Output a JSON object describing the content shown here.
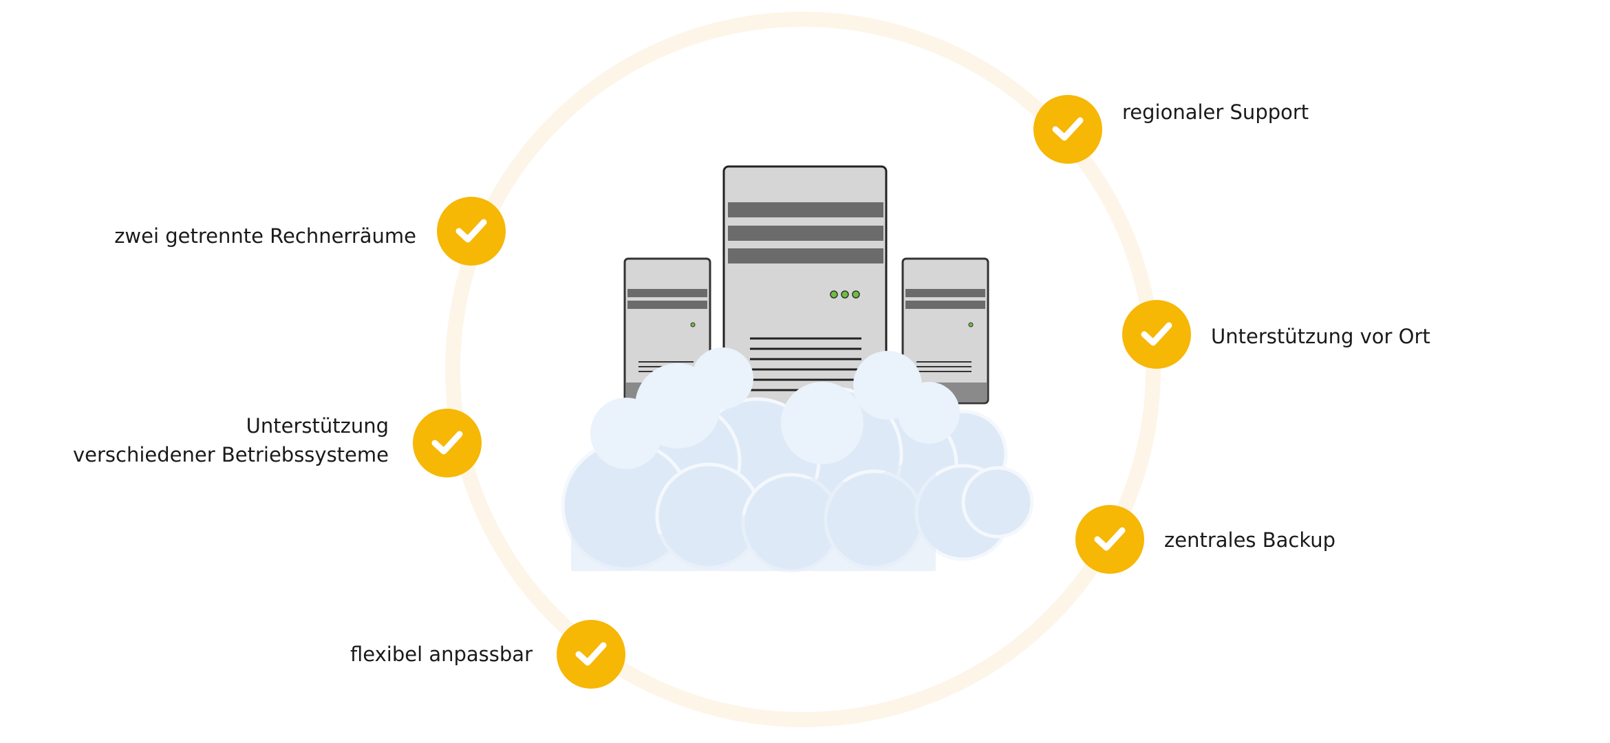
{
  "colors": {
    "accent": "#f6b705",
    "ring": "#fef5e9",
    "cloud": "#e2eefa",
    "server": "#d4d4d4"
  },
  "features": {
    "f1": {
      "label": "regionaler Support",
      "icon": "check-icon"
    },
    "f2": {
      "label": "zwei getrennte Rechnerräume",
      "icon": "check-icon"
    },
    "f3": {
      "label": "Unterstützung vor Ort",
      "icon": "check-icon"
    },
    "f4": {
      "line1": "Unterstützung",
      "line2": "verschiedener Betriebssysteme",
      "icon": "check-icon"
    },
    "f5": {
      "label": "zentrales Backup",
      "icon": "check-icon"
    },
    "f6": {
      "label": "flexibel anpassbar",
      "icon": "check-icon"
    }
  },
  "illustration": {
    "servers": [
      "server-left-icon",
      "server-center-icon",
      "server-right-icon"
    ],
    "cloud": "cloud-icon"
  }
}
